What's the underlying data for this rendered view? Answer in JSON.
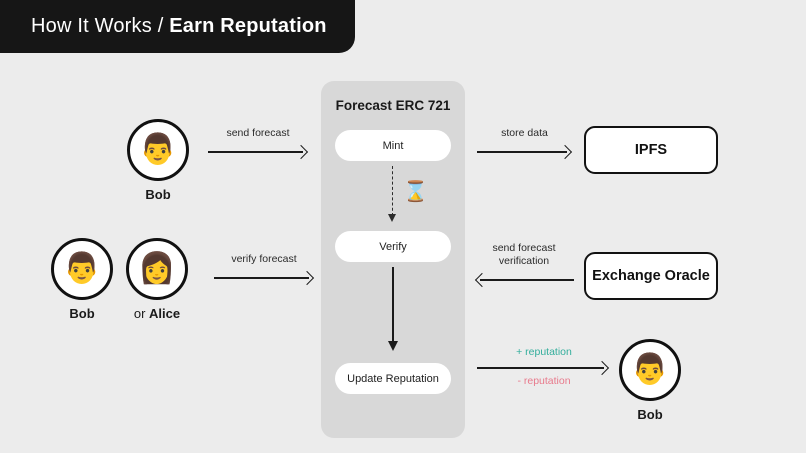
{
  "header": {
    "prefix": "How It Works / ",
    "title": "Earn Reputation"
  },
  "contract_panel": {
    "title": "Forecast ERC 721",
    "steps": [
      {
        "label": "Mint"
      },
      {
        "label": "Verify"
      },
      {
        "label": "Update Reputation"
      }
    ],
    "waiting_icon": "hourglass-icon",
    "waiting_glyph": "⌛"
  },
  "actors": [
    {
      "name": "bob-top",
      "label": "Bob",
      "icon": "man-avatar-icon",
      "glyph": "👨"
    },
    {
      "name": "bob-mid",
      "label": "Bob",
      "icon": "man-avatar-icon",
      "glyph": "👨"
    },
    {
      "name": "alice-mid",
      "label_prefix": "or ",
      "label": "Alice",
      "icon": "woman-avatar-icon",
      "glyph": "👩"
    },
    {
      "name": "bob-bottom",
      "label": "Bob",
      "icon": "man-avatar-icon",
      "glyph": "👨"
    }
  ],
  "entities": [
    {
      "name": "ipfs",
      "label": "IPFS"
    },
    {
      "name": "oracle",
      "label": "Exchange Oracle"
    }
  ],
  "flows": {
    "send_forecast": "send forecast",
    "store_data": "store data",
    "verify_forecast": "verify forecast",
    "oracle_verification_line1": "send forecast",
    "oracle_verification_line2": "verification",
    "reputation_plus": "+ reputation",
    "reputation_minus": "- reputation"
  },
  "colors": {
    "background": "#ececec",
    "header_bar": "#161616",
    "panel": "#d8d8d8",
    "box_fill": "#ffffff",
    "stroke": "#111111",
    "reputation_plus": "#33ae9c",
    "reputation_minus": "#e87a8c"
  }
}
